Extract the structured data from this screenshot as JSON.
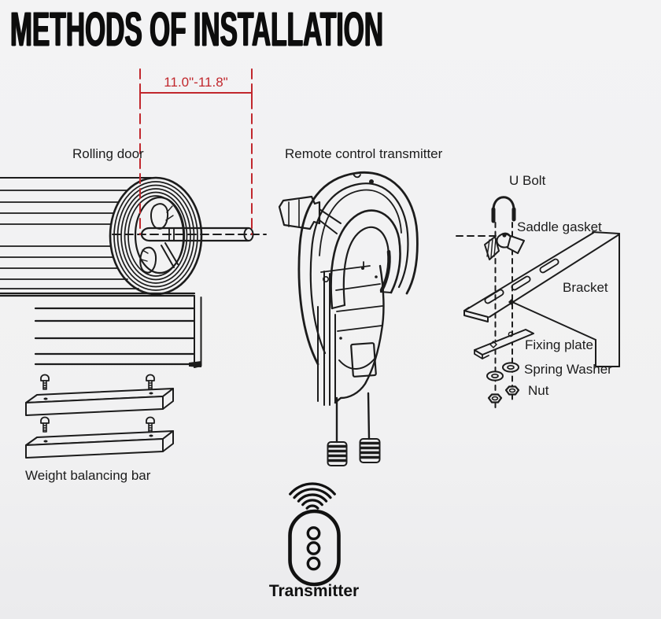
{
  "title": "METHODS OF INSTALLATION",
  "dimension_annotation": {
    "value": "11.0\"-11.8\""
  },
  "labels": {
    "rolling_door": "Rolling door",
    "remote_control_transmitter": "Remote control transmitter",
    "u_bolt": "U Bolt",
    "saddle_gasket": "Saddle gasket",
    "bracket": "Bracket",
    "fixing_plate": "Fixing plate",
    "spring_washer": "Spring Washer",
    "nut": "Nut",
    "weight_balancing_bar": "Weight balancing bar",
    "transmitter": "Transmitter"
  },
  "icons": {
    "wireless_signal": "nested-arcs",
    "remote_transmitter": "pill-with-3-buttons"
  },
  "figure_counts": {
    "transmitter_buttons": 3,
    "weight_bars": 2,
    "screws": 4
  },
  "colors": {
    "background": "#f1f1f2",
    "line_ink": "#1c1c1c",
    "dimension_red": "#c1272d"
  }
}
